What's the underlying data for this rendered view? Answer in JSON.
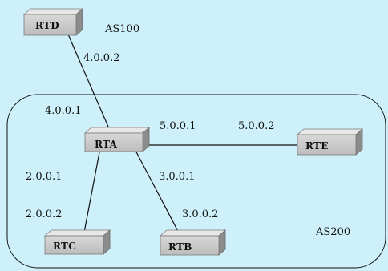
{
  "colors": {
    "background": "#cdf0fa",
    "router_face": "#c8c8c8",
    "router_top": "#e8e8e8",
    "router_side": "#8c8c8c",
    "link": "#111111"
  },
  "autonomous_systems": {
    "as100": "AS100",
    "as200": "AS200"
  },
  "routers": {
    "rtd": "RTD",
    "rta": "RTA",
    "rte": "RTE",
    "rtc": "RTC",
    "rtb": "RTB"
  },
  "ip_addresses": {
    "rtd_to_rta": "4.0.0.2",
    "rta_to_rtd": "4.0.0.1",
    "rta_to_rte": "5.0.0.1",
    "rte_to_rta": "5.0.0.2",
    "rta_to_rtc": "2.0.0.1",
    "rtc_to_rta": "2.0.0.2",
    "rta_to_rtb": "3.0.0.1",
    "rtb_to_rta": "3.0.0.2"
  }
}
